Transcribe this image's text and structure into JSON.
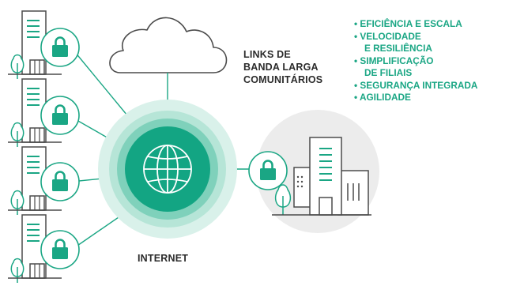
{
  "colors": {
    "accent": "#1aa684",
    "accent_dark": "#13a583",
    "ring_outer": "#d9f1ea",
    "ring_mid": "#b6e5d7",
    "ring_inner": "#7fd1bb",
    "building_bg": "#ececec",
    "line": "#4b4b4b",
    "text": "#2b2b2b"
  },
  "diagram": {
    "cloud_label_lines": [
      "LINKS DE",
      "BANDA LARGA",
      "COMUNITÁRIOS"
    ],
    "hub_label": "INTERNET",
    "hub_icon": "globe-icon",
    "node_icon": "padlock-icon",
    "building_icon": "office-building-icon",
    "tree_icon": "tree-icon",
    "cloud_icon": "cloud-icon",
    "benefits": [
      {
        "bullet": "•",
        "line1": "EFICIÊNCIA E ESCALA",
        "line2": ""
      },
      {
        "bullet": "•",
        "line1": "VELOCIDADE",
        "line2": "E RESILIÊNCIA"
      },
      {
        "bullet": "•",
        "line1": "SIMPLIFICAÇÃO",
        "line2": "DE FILIAIS"
      },
      {
        "bullet": "•",
        "line1": "SEGURANÇA INTEGRADA",
        "line2": ""
      },
      {
        "bullet": "•",
        "line1": "AGILIDADE",
        "line2": ""
      }
    ]
  }
}
